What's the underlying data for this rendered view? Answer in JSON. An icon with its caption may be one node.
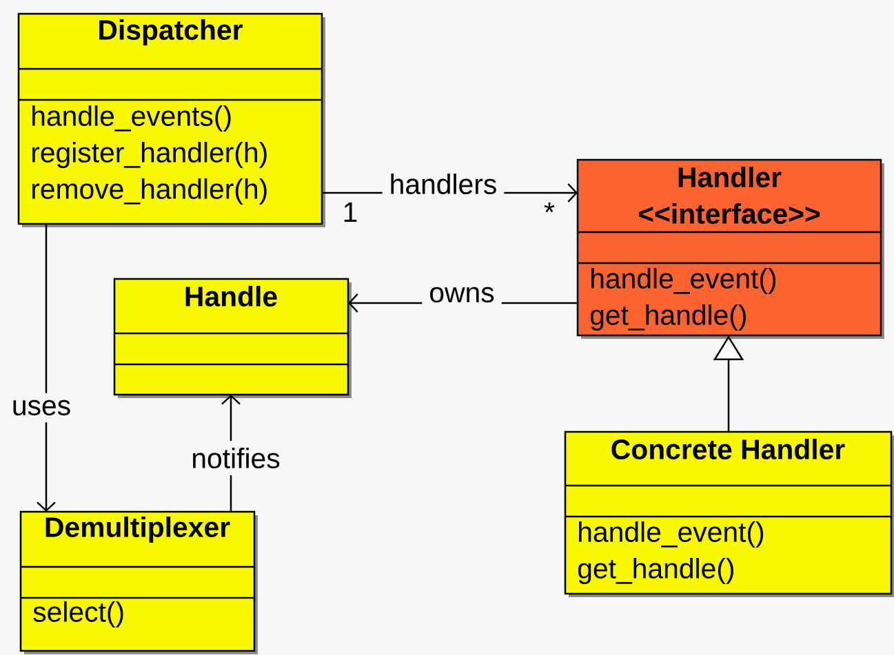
{
  "diagram": {
    "nodes": [
      {
        "text": [
          "Dispatcher",
          "handle_events()",
          "register_handler(h)",
          "remove_handler(h)"
        ]
      },
      {
        "text": [
          "Handler",
          "<<interface>>",
          "handle_event()",
          "get_handle()"
        ]
      },
      {
        "text": [
          "Handle"
        ]
      },
      {
        "text": [
          "Concrete Handler",
          "handle_event()",
          "get_handle()"
        ]
      },
      {
        "text": [
          "Demultiplexer",
          "select()"
        ]
      }
    ],
    "edges": [
      {
        "from": 0,
        "to": 1,
        "arrow": "to",
        "label": "handlers"
      },
      {
        "from": 1,
        "to": 2,
        "arrow": "to",
        "label": "owns"
      },
      {
        "from": 0,
        "to": 4,
        "arrow": "to",
        "label": "uses"
      },
      {
        "from": 4,
        "to": 2,
        "arrow": "to",
        "label": "notifies"
      },
      {
        "from": 3,
        "to": 1,
        "arrow": "to"
      }
    ],
    "labels": [
      "1",
      "*"
    ]
  }
}
